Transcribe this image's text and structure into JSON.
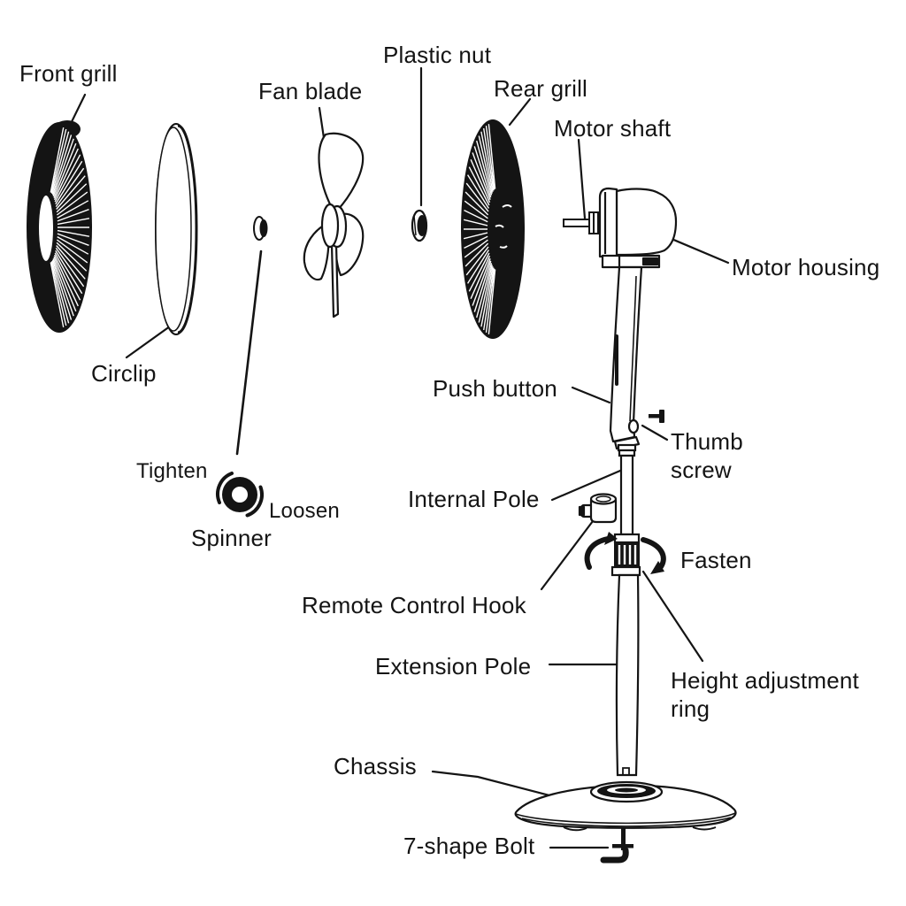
{
  "colors": {
    "ink": "#141414",
    "background": "#ffffff"
  },
  "labels": {
    "front_grill": "Front grill",
    "fan_blade": "Fan blade",
    "plastic_nut": "Plastic nut",
    "rear_grill": "Rear grill",
    "motor_shaft": "Motor shaft",
    "motor_housing": "Motor housing",
    "circlip": "Circlip",
    "push_button": "Push button",
    "thumb_screw": "Thumb screw",
    "internal_pole": "Internal Pole",
    "tighten": "Tighten",
    "loosen": "Loosen",
    "spinner": "Spinner",
    "remote_control_hook": "Remote Control Hook",
    "fasten": "Fasten",
    "extension_pole": "Extension Pole",
    "height_adjustment_ring": "Height adjustment ring",
    "chassis": "Chassis",
    "seven_shape_bolt": "7-shape Bolt"
  }
}
